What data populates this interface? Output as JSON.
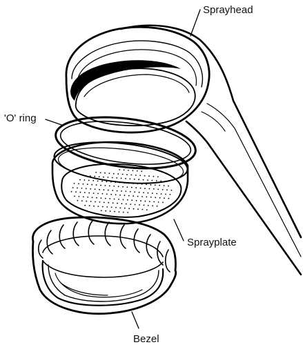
{
  "figure": {
    "labels": {
      "sprayhead": "Sprayhead",
      "o_ring": "'O' ring",
      "sprayplate": "Sprayplate",
      "bezel": "Bezel"
    }
  },
  "colors": {
    "ink": "#000000",
    "background": "#ffffff"
  }
}
